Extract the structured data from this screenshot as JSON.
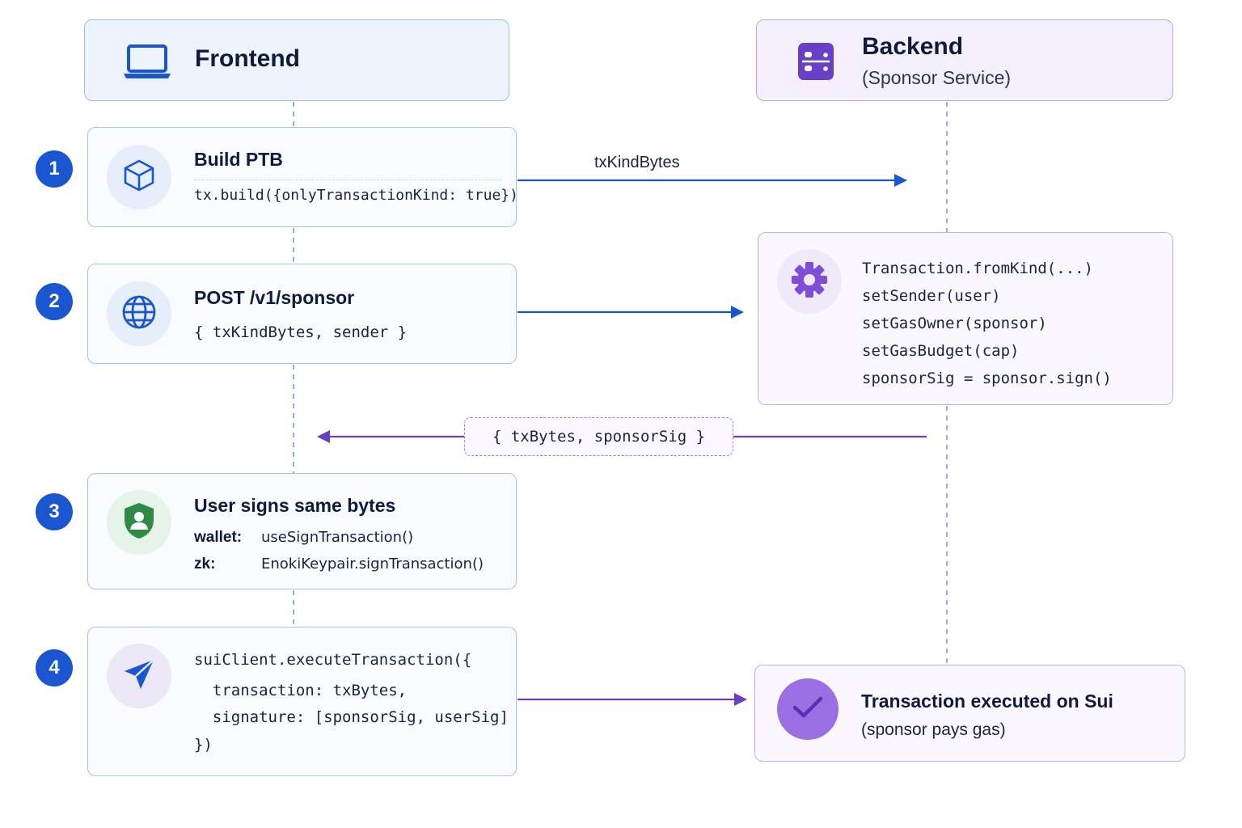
{
  "frontend_header": {
    "title": "Frontend",
    "icon": "laptop-icon"
  },
  "backend_header": {
    "title": "Backend",
    "subtitle": "(Sponsor Service)",
    "icon": "server-icon"
  },
  "steps": [
    {
      "number": "1",
      "title": "Build PTB",
      "code": "tx.build({onlyTransactionKind: true})",
      "icon": "cube-icon"
    },
    {
      "number": "2",
      "title": "POST /v1/sponsor",
      "code": "{ txKindBytes, sender }",
      "icon": "globe-icon"
    },
    {
      "number": "3",
      "title": "User signs same bytes",
      "icon": "shield-user-icon",
      "lines": [
        {
          "key": "wallet:",
          "value": "useSignTransaction()"
        },
        {
          "key": "zk:",
          "value": "EnokiKeypair.signTransaction()"
        }
      ]
    },
    {
      "number": "4",
      "icon": "send-icon",
      "code_lines": [
        "suiClient.executeTransaction({",
        "  transaction: txBytes,",
        "  signature: [sponsorSig, userSig]",
        "})"
      ]
    }
  ],
  "sponsor_box": {
    "icon": "gear-icon",
    "code_lines": [
      "Transaction.fromKind(...)",
      "setSender(user)",
      "setGasOwner(sponsor)",
      "setGasBudget(cap)",
      "sponsorSig = sponsor.sign()"
    ]
  },
  "arrows": {
    "step1_label": "txKindBytes",
    "return_label": "{ txBytes, sponsorSig }"
  },
  "result_box": {
    "icon": "check-icon",
    "title": "Transaction executed on Sui",
    "subtitle": "(sponsor pays gas)"
  },
  "colors": {
    "blue_accent": "#1a56cf",
    "purple_accent": "#6a3fc8",
    "frontend_bg": "#eef4fd",
    "backend_bg": "#f5f0fd",
    "green_icon": "#2e8b45"
  }
}
